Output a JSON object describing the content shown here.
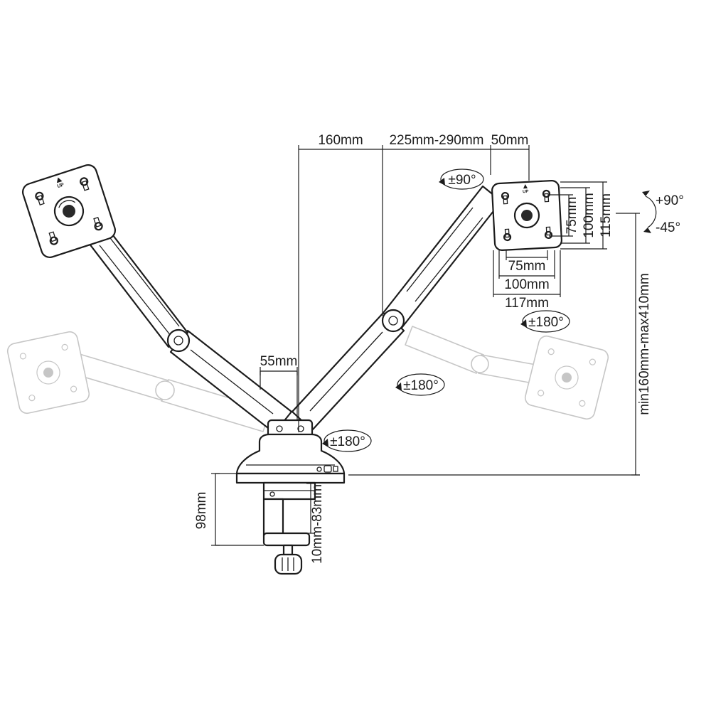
{
  "diagram_title": "dual-monitor-desk-mount-arm-dimension-drawing",
  "colors": {
    "line": "#1c1c1c",
    "ghost": "#c6c6c6",
    "background": "#ffffff"
  },
  "labels": {
    "dim_160": "160mm",
    "dim_225_290": "225mm-290mm",
    "dim_50": "50mm",
    "rot_vesa": "±90°",
    "vesa_right_v75": "75mm",
    "vesa_right_v100": "100mm",
    "vesa_right_v115": "115mm",
    "vesa_right_h75": "75mm",
    "vesa_right_h100": "100mm",
    "vesa_right_h117": "117mm",
    "tilt_up": "+90°",
    "tilt_down": "-45°",
    "height_range": "min160mm-max410mm",
    "rot_arm_outer": "±180°",
    "rot_arm_inner": "±180°",
    "rot_base": "±180°",
    "dim_55": "55mm",
    "dim_98": "98mm",
    "dim_clamp_range": "10mm-83mm",
    "up_left": "UP",
    "up_right": "UP"
  }
}
